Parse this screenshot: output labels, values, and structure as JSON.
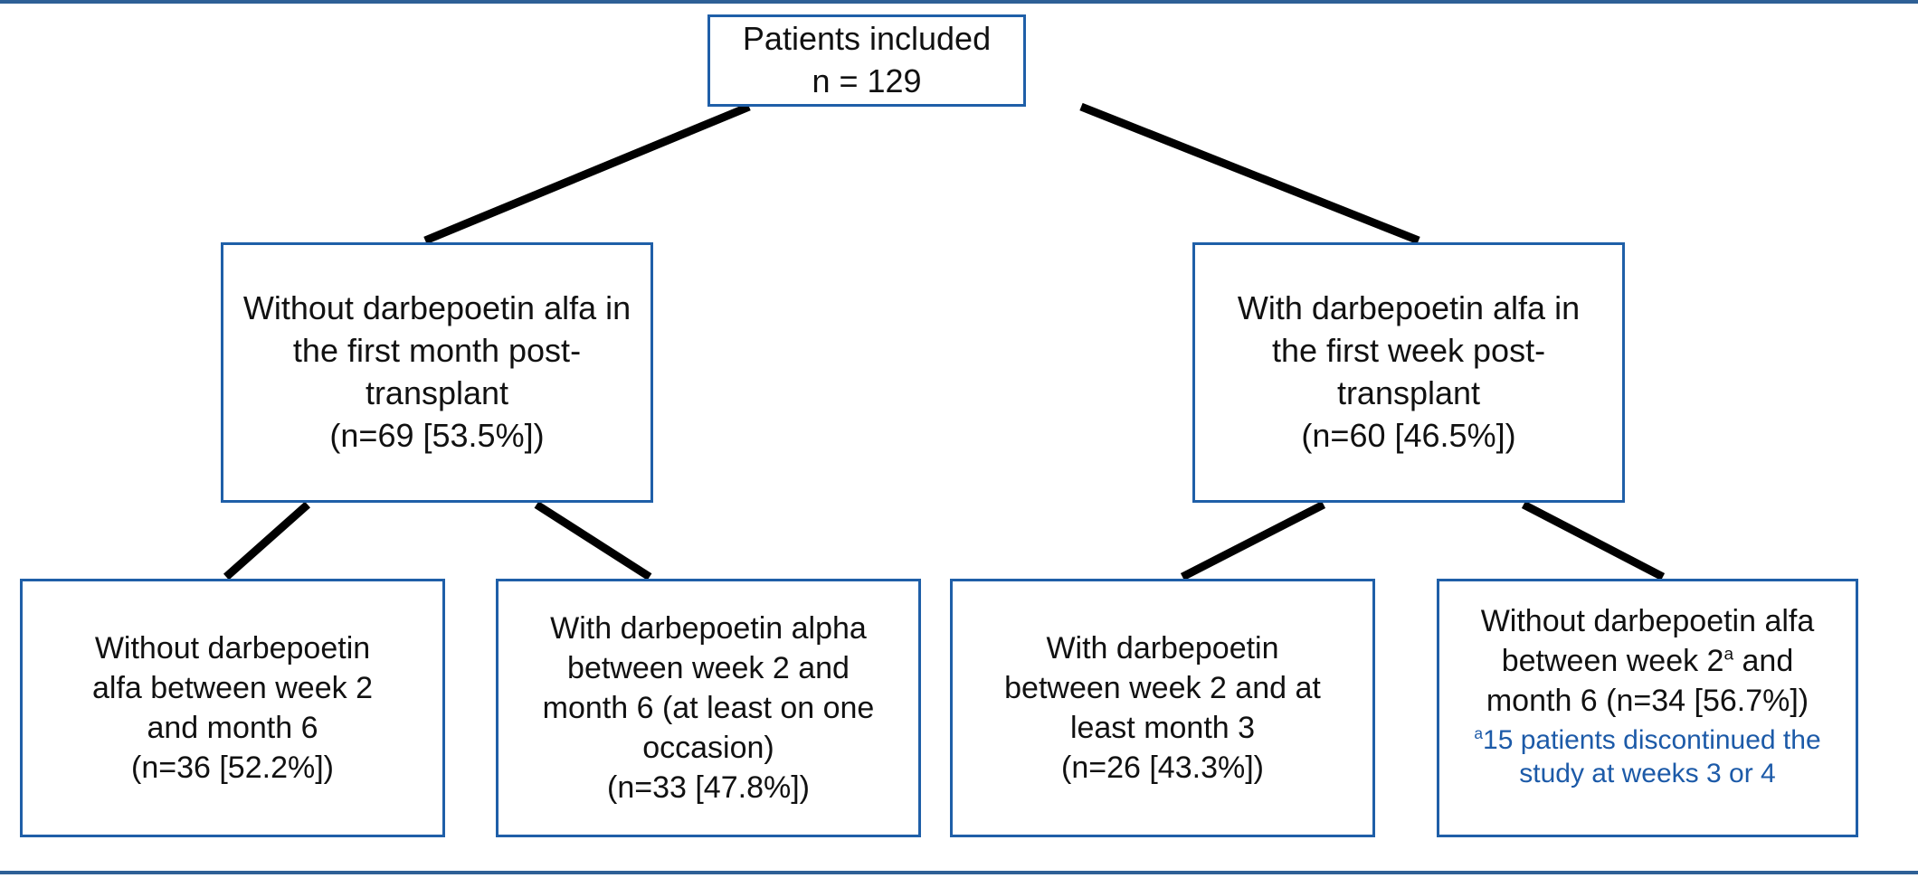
{
  "figure": {
    "type": "flowchart",
    "kind": "patient-disposition-diagram",
    "colors": {
      "box_border": "#1f5fa8",
      "connector": "#000000",
      "page_rule": "#2e6096",
      "footnote_text": "#1c5aa8",
      "body_text": "#111111",
      "background": "#ffffff"
    }
  },
  "nodes": {
    "root": {
      "id": "patients-included",
      "line1": "Patients included",
      "line2": "n = 129",
      "n": 129
    },
    "level2": [
      {
        "id": "without-darbepoetin-first-month",
        "line1": "Without darbepoetin alfa in",
        "line2": "the first month post-",
        "line3": "transplant",
        "line4": "(n=69 [53.5%])",
        "n": 69,
        "percent": 53.5
      },
      {
        "id": "with-darbepoetin-first-week",
        "line1": "With darbepoetin alfa in",
        "line2": "the first week post-",
        "line3": "transplant",
        "line4": "(n=60 [46.5%])",
        "n": 60,
        "percent": 46.5
      }
    ],
    "level3": [
      {
        "id": "without-darbepoetin-week2-month6",
        "line1": "Without darbepoetin",
        "line2": "alfa between week 2",
        "line3": "and month 6",
        "line4": "(n=36 [52.2%])",
        "n": 36,
        "percent": 52.2
      },
      {
        "id": "with-darbepoetin-week2-month6-atleast-one",
        "line1": "With darbepoetin alpha",
        "line2": "between week 2 and",
        "line3": "month 6 (at least on one",
        "line4": "occasion)",
        "line5": "(n=33 [47.8%])",
        "n": 33,
        "percent": 47.8
      },
      {
        "id": "with-darbepoetin-week2-atleast-month3",
        "line1": "With darbepoetin",
        "line2": "between week 2 and at",
        "line3": "least month 3",
        "line4": "(n=26 [43.3%])",
        "n": 26,
        "percent": 43.3
      },
      {
        "id": "without-darbepoetin-week2a-month6",
        "line1": "Without darbepoetin alfa",
        "line2_pre": "between week 2",
        "line2_sup": "a",
        "line2_post": " and",
        "line3": "month 6 (n=34 [56.7%])",
        "n": 34,
        "percent": 56.7,
        "footnote_marker": "a",
        "footnote_line1": "15 patients discontinued the",
        "footnote_line2": "study at weeks 3 or 4",
        "footnote_count": 15
      }
    ]
  },
  "edges": [
    {
      "from": "patients-included",
      "to": "without-darbepoetin-first-month"
    },
    {
      "from": "patients-included",
      "to": "with-darbepoetin-first-week"
    },
    {
      "from": "without-darbepoetin-first-month",
      "to": "without-darbepoetin-week2-month6"
    },
    {
      "from": "without-darbepoetin-first-month",
      "to": "with-darbepoetin-week2-month6-atleast-one"
    },
    {
      "from": "with-darbepoetin-first-week",
      "to": "with-darbepoetin-week2-atleast-month3"
    },
    {
      "from": "with-darbepoetin-first-week",
      "to": "without-darbepoetin-week2a-month6"
    }
  ]
}
